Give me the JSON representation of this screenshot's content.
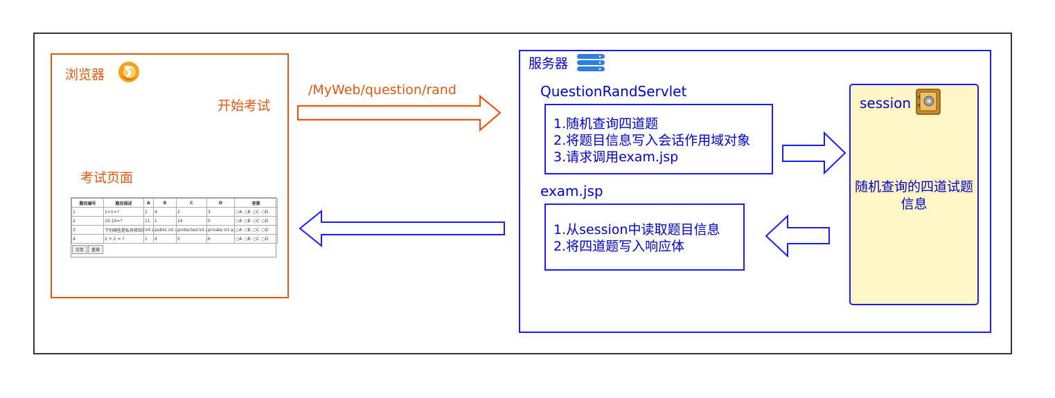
{
  "browser": {
    "title": "浏览器",
    "start_label": "开始考试",
    "exam_page_label": "考试页面",
    "request_path": "/MyWeb/question/rand"
  },
  "exam_table": {
    "headers": [
      "题目编号",
      "题目描述",
      "A",
      "B",
      "C",
      "D",
      "答案"
    ],
    "rows": [
      [
        "1",
        "1+1=?",
        "1",
        "4",
        "2",
        "3"
      ],
      [
        "2",
        "10-10=?",
        "11",
        "1",
        "24",
        "0"
      ],
      [
        "3",
        "下列哪些是私有修饰符",
        "int a;",
        "public int a;",
        "protected int a;",
        "private int a;"
      ],
      [
        "4",
        "2 + 2 = ?",
        "1",
        "4",
        "5",
        "6"
      ]
    ],
    "options": [
      "A",
      "B",
      "C",
      "D"
    ],
    "buttons": [
      "交卷",
      "重做"
    ]
  },
  "server": {
    "title": "服务器",
    "servlet_name": "QuestionRandServlet",
    "servlet_steps": [
      "1.随机查询四道题",
      "2.将题目信息写入会话作用域对象",
      "3.请求调用exam.jsp"
    ],
    "jsp_name": "exam.jsp",
    "jsp_steps": [
      "1.从session中读取题目信息",
      "2.将四道题写入响应体"
    ]
  },
  "session": {
    "title": "session",
    "content": "随机查询的四道试题信息"
  },
  "colors": {
    "browser_accent": "#e2590e",
    "server_accent": "#1a1aff",
    "session_fill": "#fef6c4"
  }
}
